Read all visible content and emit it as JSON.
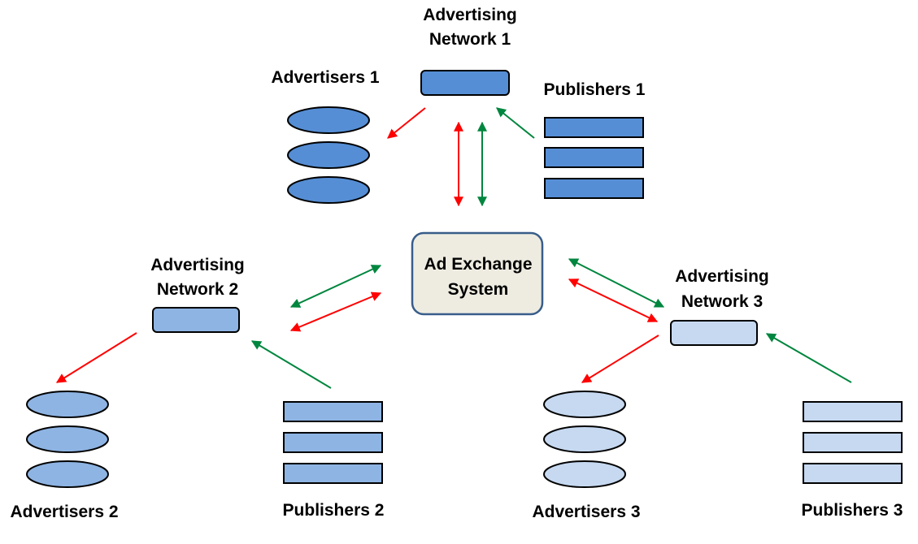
{
  "colors": {
    "network1": "#558ed5",
    "network2": "#8eb4e3",
    "network3": "#c6d9f1",
    "exchange_fill": "#eeece1",
    "exchange_stroke": "#385d8a",
    "red_arrow": "#ff0000",
    "green_arrow": "#00863e",
    "outline": "#000000"
  },
  "exchange": {
    "line1": "Ad Exchange",
    "line2": "System"
  },
  "network1": {
    "title_line1": "Advertising",
    "title_line2": "Network 1",
    "advertisers_label": "Advertisers 1",
    "publishers_label": "Publishers 1"
  },
  "network2": {
    "title_line1": "Advertising",
    "title_line2": "Network 2",
    "advertisers_label": "Advertisers 2",
    "publishers_label": "Publishers 2"
  },
  "network3": {
    "title_line1": "Advertising",
    "title_line2": "Network 3",
    "advertisers_label": "Advertisers 3",
    "publishers_label": "Publishers 3"
  }
}
